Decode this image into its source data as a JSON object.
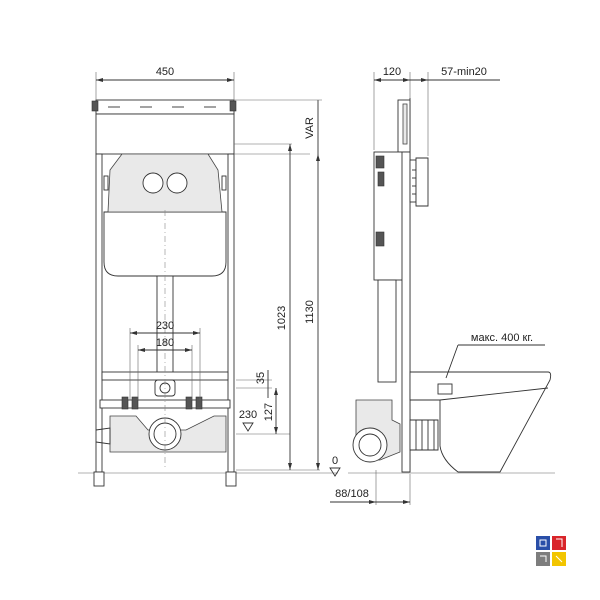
{
  "front_view": {
    "width_label": "450",
    "var_label": "VAR",
    "height_1023_label": "1023",
    "height_1130_label": "1130",
    "dim_230_top_label": "230",
    "dim_180_label": "180",
    "dim_35_label": "35",
    "dim_127_label": "127",
    "dim_230_bottom_label": "230",
    "zero_label": "0"
  },
  "side_view": {
    "depth_120_label": "120",
    "min_label": "57-min20",
    "load_label": "макс. 400 кг.",
    "bottom_label": "88/108"
  },
  "logo": {
    "colors": [
      "#2a4fa8",
      "#d9252a",
      "#7d7d7d",
      "#f2c500"
    ]
  }
}
